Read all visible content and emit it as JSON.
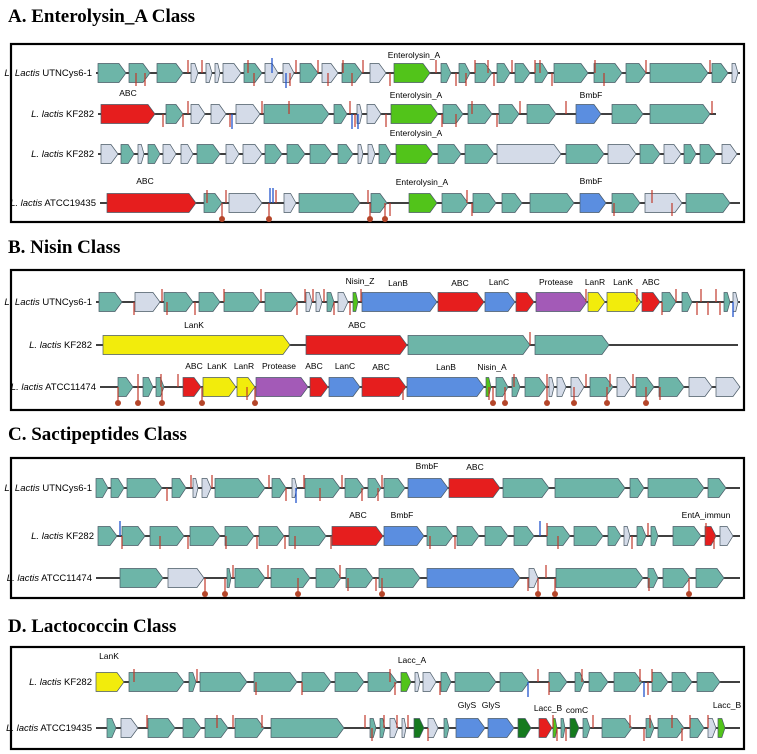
{
  "colors": {
    "core": "#6db5a8",
    "other": "#d4dbe8",
    "abc": "#e61e1e",
    "lan_c": "#5b8ee0",
    "green": "#52c41a",
    "yellow": "#f2ec0c",
    "purple": "#a35ab7",
    "dark_green": "#157a1e",
    "tick": "#c0392b",
    "tick_blue": "#2255cc"
  },
  "sections": [
    {
      "title": "A. Enterolysin_A Class",
      "tracks": [
        {
          "genus": "L. Lactis",
          "strain": "UTNCys6-1",
          "labels": [
            "Enterolysin_A"
          ]
        },
        {
          "genus": "L. lactis",
          "strain": "KF282",
          "labels": [
            "ABC",
            "Enterolysin_A",
            "BmbF"
          ]
        },
        {
          "genus": "L. lactis",
          "strain": "KF282",
          "labels": [
            "Enterolysin_A"
          ]
        },
        {
          "genus": "L. lactis",
          "strain": "ATCC19435",
          "labels": [
            "ABC",
            "Enterolysin_A",
            "BmbF"
          ]
        }
      ]
    },
    {
      "title": "B. Nisin Class",
      "tracks": [
        {
          "genus": "L. Lactis",
          "strain": "UTNCys6-1",
          "labels": [
            "Nisin_Z",
            "LanB",
            "ABC",
            "LanC",
            "Protease",
            "LanR",
            "LanK",
            "ABC"
          ]
        },
        {
          "genus": "L. lactis",
          "strain": "KF282",
          "labels": [
            "LanK",
            "ABC"
          ]
        },
        {
          "genus": "L. lactis",
          "strain": "ATCC11474",
          "labels": [
            "ABC",
            "LanK",
            "LanR",
            "Protease",
            "ABC",
            "LanC",
            "ABC",
            "LanB",
            "Nisin_A"
          ]
        }
      ]
    },
    {
      "title": "C. Sactipeptides Class",
      "tracks": [
        {
          "genus": "L. Lactis",
          "strain": "UTNCys6-1",
          "labels": [
            "BmbF",
            "ABC"
          ]
        },
        {
          "genus": "L. lactis",
          "strain": "KF282",
          "labels": [
            "ABC",
            "BmbF",
            "EntA_immun"
          ]
        },
        {
          "genus": "L. lactis",
          "strain": "ATCC11474",
          "labels": []
        }
      ]
    },
    {
      "title": "D. Lactococcin Class",
      "tracks": [
        {
          "genus": "L. lactis",
          "strain": "KF282",
          "labels": [
            "LanK",
            "Lacc_A"
          ]
        },
        {
          "genus": "L. lactis",
          "strain": "ATCC19435",
          "labels": [
            "GlyS",
            "GlyS",
            "Lacc_B",
            "comC",
            "Lacc_B"
          ]
        }
      ]
    }
  ]
}
